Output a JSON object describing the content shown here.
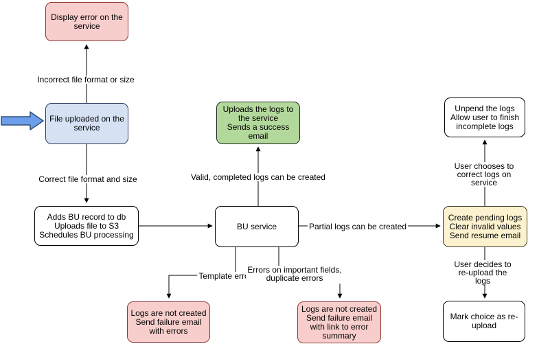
{
  "diagram_type": "flowchart",
  "nodes": {
    "display_error": {
      "label": "Display error on the\nservice"
    },
    "file_uploaded": {
      "label": "File uploaded on the\nservice"
    },
    "adds_bu": {
      "label": "Adds BU record to db\nUploads file to S3\nSchedules BU processing"
    },
    "bu_service": {
      "label": "BU service"
    },
    "uploads_logs": {
      "label": "Uploads the logs to\nthe service\nSends a success\nemail"
    },
    "create_pending": {
      "label": "Create pending logs\nClear invalid values\nSend resume email"
    },
    "unpend": {
      "label": "Unpend the logs\nAllow user to finish\nincomplete logs"
    },
    "mark_choice": {
      "label": "Mark choice as re-\nupload"
    },
    "logs_not_created_errors": {
      "label": "Logs are not created\nSend failure email\nwith errors"
    },
    "logs_not_created_summary": {
      "label": "Logs are not created\nSend failure email\nwith link to error\nsummary"
    }
  },
  "edge_labels": {
    "incorrect_format": "Incorrect file format or size",
    "correct_format": "Correct file format and size",
    "valid_logs": "Valid, completed logs can be created",
    "partial_logs": "Partial logs can be created",
    "user_chooses": "User chooses to correct logs on service",
    "user_decides": "User decides to re-upload the logs",
    "template_errors": "Template errors",
    "field_errors": "Errors on important fields,\nduplicate errors"
  },
  "colors": {
    "node_pink_fill": "#f8cecc",
    "node_blue_fill": "#d6e2f4",
    "node_green_fill": "#b3d89c",
    "node_yellow_fill": "#fcf2cf",
    "node_white_fill": "#ffffff",
    "edge_color": "#000000",
    "start_arrow_fill": "#6d9eeb",
    "start_arrow_border": "#2f4d76"
  },
  "icons": {
    "start_arrow": "block-arrow-right-icon"
  }
}
